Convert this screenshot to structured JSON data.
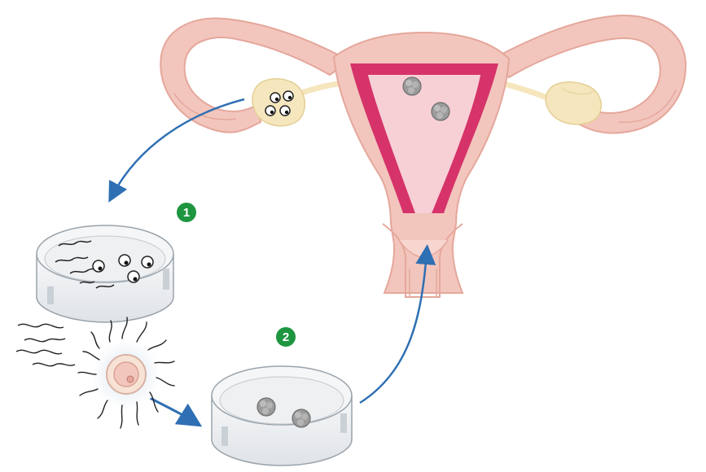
{
  "diagram": {
    "steps": [
      {
        "id": "step-1",
        "number": "1"
      },
      {
        "id": "step-2",
        "number": "2"
      }
    ],
    "colors": {
      "badge": "#1e9640",
      "arrow": "#2f6fb3",
      "uterus_tissue": "#f2c6bd",
      "uterus_outline": "#e5a79b",
      "endometrium": "#d6336a",
      "ovary": "#f6e6bd",
      "dish_glass": "#eef0f2"
    }
  }
}
